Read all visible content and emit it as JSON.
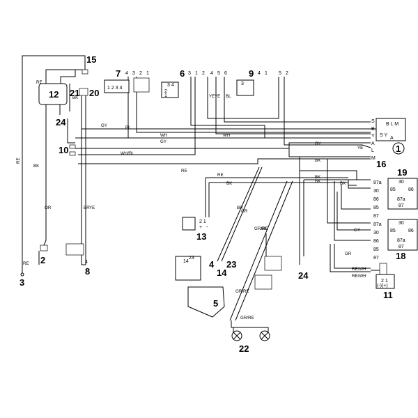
{
  "components": {
    "c1": "1",
    "c2": "2",
    "c3": "3",
    "c4": "4",
    "c5": "5",
    "c6": "6",
    "c7": "7",
    "c8": "8",
    "c9": "9",
    "c10": "10",
    "c11": "11",
    "c12": "12",
    "c13": "13",
    "c14": "14",
    "c15": "15",
    "c16": "16",
    "c18": "18",
    "c19": "19",
    "c20": "20",
    "c21": "21",
    "c22": "22",
    "c23": "23",
    "c24a": "24",
    "c24b": "24"
  },
  "wire_colors": {
    "re": "RE",
    "bk": "BK",
    "gy": "GY",
    "wh": "WH",
    "pi": "PI",
    "wh_bl": "WH/BL",
    "ye": "YE",
    "bl": "BL",
    "or": "OR",
    "br": "BR",
    "gr": "GR",
    "gr_re": "GR/RE",
    "re_wh": "RE/WH"
  },
  "pins": {
    "p1": "1",
    "p2": "2",
    "p3": "3",
    "p4": "4",
    "p5": "5",
    "p6": "6",
    "p85": "85",
    "p86": "86",
    "p87": "87",
    "p87a": "87a",
    "p30": "30",
    "s": "S",
    "b": "B",
    "y": "Y",
    "a": "A",
    "l": "L",
    "m": "M",
    "plus": "+",
    "minus": "-",
    "blm": "B L M",
    "s_y": "S      Y",
    "conn7": "1 2 3 4",
    "conn6a": "3 4",
    "conn6b": "2",
    "conn6c": "1",
    "conn9": "3",
    "conn9b": "1",
    "conn9c": "2",
    "conn14": "14",
    "conn23": "23",
    "conn4": "4",
    "conn_21": "2 1",
    "pm": "(-)(+)"
  }
}
